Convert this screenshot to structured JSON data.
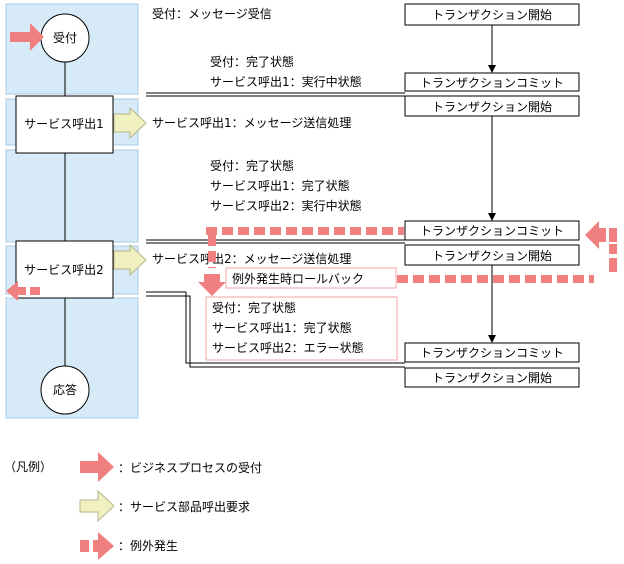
{
  "nodes": {
    "reception": "受付",
    "service_call_1": "サービス呼出1",
    "service_call_2": "サービス呼出2",
    "response": "応答"
  },
  "notes": {
    "reception_receive": "受付：メッセージ受信",
    "service1_send": "サービス呼出1：メッセージ送信処理",
    "service2_send": "サービス呼出2：メッセージ送信処理",
    "rollback": "例外発生時ロールバック"
  },
  "state_blocks": [
    [
      "受付：完了状態",
      "サービス呼出1：実行中状態"
    ],
    [
      "受付：完了状態",
      "サービス呼出1：完了状態",
      "サービス呼出2：実行中状態"
    ],
    [
      "受付：完了状態",
      "サービス呼出1：完了状態",
      "サービス呼出2：エラー状態"
    ]
  ],
  "transactions": {
    "tx1_begin": "トランザクション開始",
    "tx1_commit": "トランザクションコミット",
    "tx2_begin": "トランザクション開始",
    "tx2_commit": "トランザクションコミット",
    "tx3_begin": "トランザクション開始",
    "tx3_commit": "トランザクションコミット",
    "tx4_begin": "トランザクション開始"
  },
  "legend": {
    "title": "（凡例）",
    "business_process_reception": "：ビジネスプロセスの受付",
    "service_part_call_request": "：サービス部品呼出要求",
    "exception_occurrence": "：例外発生"
  },
  "colors": {
    "lane_fill": "#d6eaf8",
    "lane_border": "#a8cbe6",
    "reception_arrow": "#f08080",
    "call_arrow": "#f0f0c0",
    "exception_arrow": "#f08080",
    "error_box": "#f4a0a0"
  }
}
